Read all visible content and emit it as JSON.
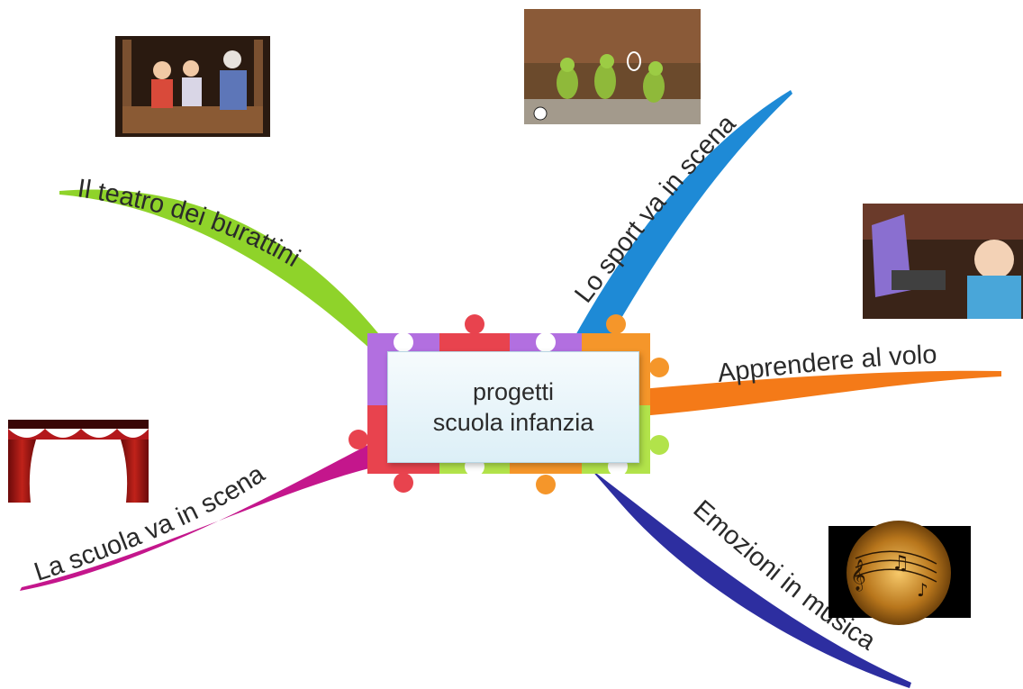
{
  "central_topic": {
    "line1": "progetti",
    "line2": "scuola infanzia"
  },
  "branches": [
    {
      "id": "teatro",
      "label": "Il teatro dei burattini",
      "color": "#8fd32a",
      "image": "puppet-theater-photo"
    },
    {
      "id": "sport",
      "label": "Lo sport va in scena",
      "color": "#1e8ad6",
      "image": "frogs-playing-sport-photo"
    },
    {
      "id": "apprendere",
      "label": "Apprendere al volo",
      "color": "#f47a18",
      "image": "baby-at-laptop-photo"
    },
    {
      "id": "emozioni",
      "label": "Emozioni in musica",
      "color": "#2d2ea0",
      "image": "music-notes-photo"
    },
    {
      "id": "scuola",
      "label": "La scuola va in scena",
      "color": "#c4168c",
      "image": "theater-curtain-image"
    }
  ],
  "puzzle_colors": {
    "purple": "#b26fe0",
    "red": "#e8434e",
    "orange": "#f5962a",
    "green": "#b2e34a"
  }
}
